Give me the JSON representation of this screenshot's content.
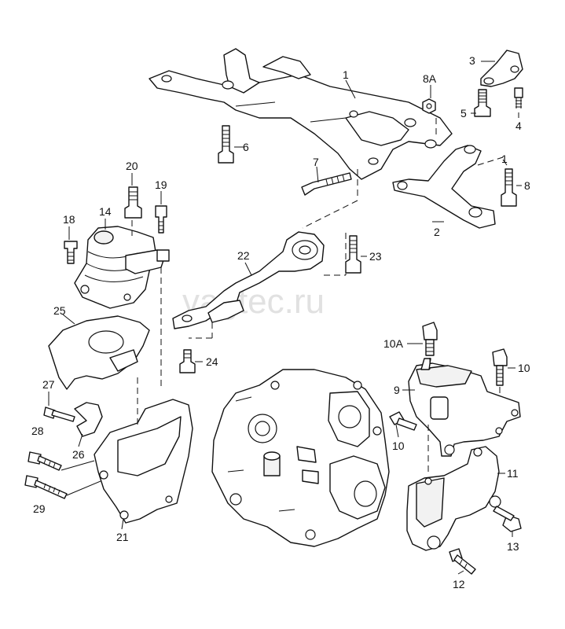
{
  "watermark": "vagtec.ru",
  "callouts": {
    "c1": "1",
    "c1b": "1",
    "c2": "2",
    "c3": "3",
    "c4": "4",
    "c5": "5",
    "c6": "6",
    "c7": "7",
    "c8": "8",
    "c8a": "8A",
    "c9": "9",
    "c10a": "10",
    "c10b": "10",
    "c10A": "10A",
    "c11": "11",
    "c12": "12",
    "c13": "13",
    "c14": "14",
    "c18": "18",
    "c19": "19",
    "c20": "20",
    "c21": "21",
    "c22": "22",
    "c23": "23",
    "c24": "24",
    "c25": "25",
    "c26": "26",
    "c27": "27",
    "c28": "28",
    "c29": "29"
  }
}
